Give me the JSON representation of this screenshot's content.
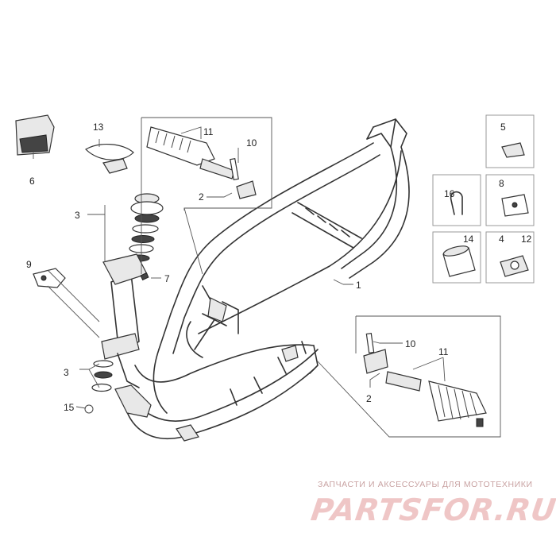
{
  "callouts": {
    "p1": "1",
    "p2a": "2",
    "p2b": "2",
    "p3a": "3",
    "p3b": "3",
    "p4": "4",
    "p5": "5",
    "p6": "6",
    "p7": "7",
    "p8": "8",
    "p9": "9",
    "p10a": "10",
    "p10b": "10",
    "p11a": "11",
    "p11b": "11",
    "p12": "12",
    "p13": "13",
    "p14": "14",
    "p15": "15",
    "p16": "16"
  },
  "watermark": {
    "tagline": "ЗАПЧАСТИ И АКСЕССУАРЫ ДЛЯ МОТОТЕХНИКИ",
    "logo": "PARTSFOR.RU"
  }
}
